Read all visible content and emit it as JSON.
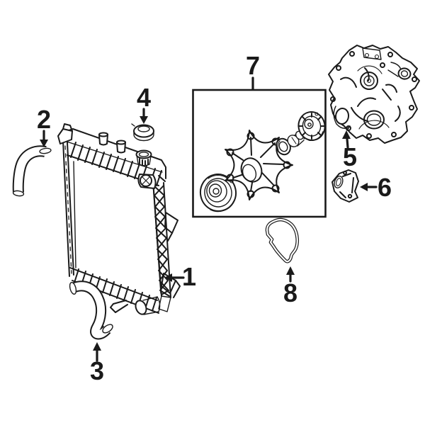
{
  "diagram": {
    "background_color": "#ffffff",
    "line_color": "#1a1a1a"
  },
  "callouts": [
    {
      "label": "1"
    },
    {
      "label": "2"
    },
    {
      "label": "3"
    },
    {
      "label": "4"
    },
    {
      "label": "5"
    },
    {
      "label": "6"
    },
    {
      "label": "7"
    },
    {
      "label": "8"
    }
  ]
}
